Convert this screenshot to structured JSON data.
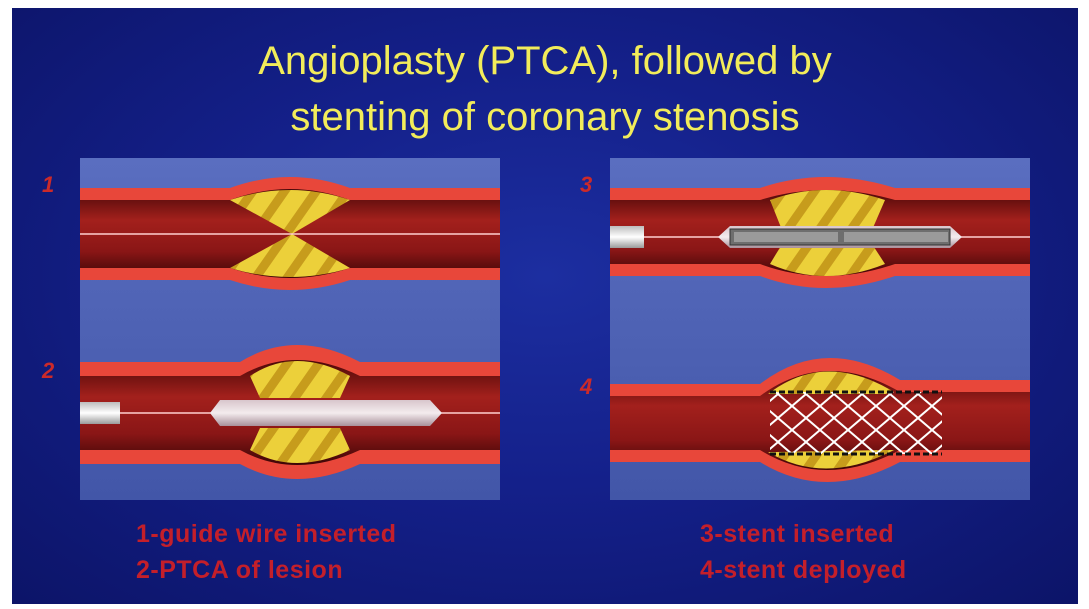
{
  "title": {
    "line1": "Angioplasty (PTCA), followed by",
    "line2": "stenting of coronary stenosis"
  },
  "steps": [
    {
      "number": "1"
    },
    {
      "number": "2"
    },
    {
      "number": "3"
    },
    {
      "number": "4"
    }
  ],
  "captions": {
    "left": [
      "1-guide wire inserted",
      "2-PTCA of lesion"
    ],
    "right": [
      "3-stent inserted",
      "4-stent deployed"
    ]
  },
  "colors": {
    "background": "#14208a",
    "title": "#f2ec5a",
    "caption": "#c41f2a",
    "vessel_wall": "#e8473a",
    "vessel_lumen": "#8e1a1a",
    "plaque": "#e6c82e",
    "panel_bg": "#4e64b8"
  }
}
